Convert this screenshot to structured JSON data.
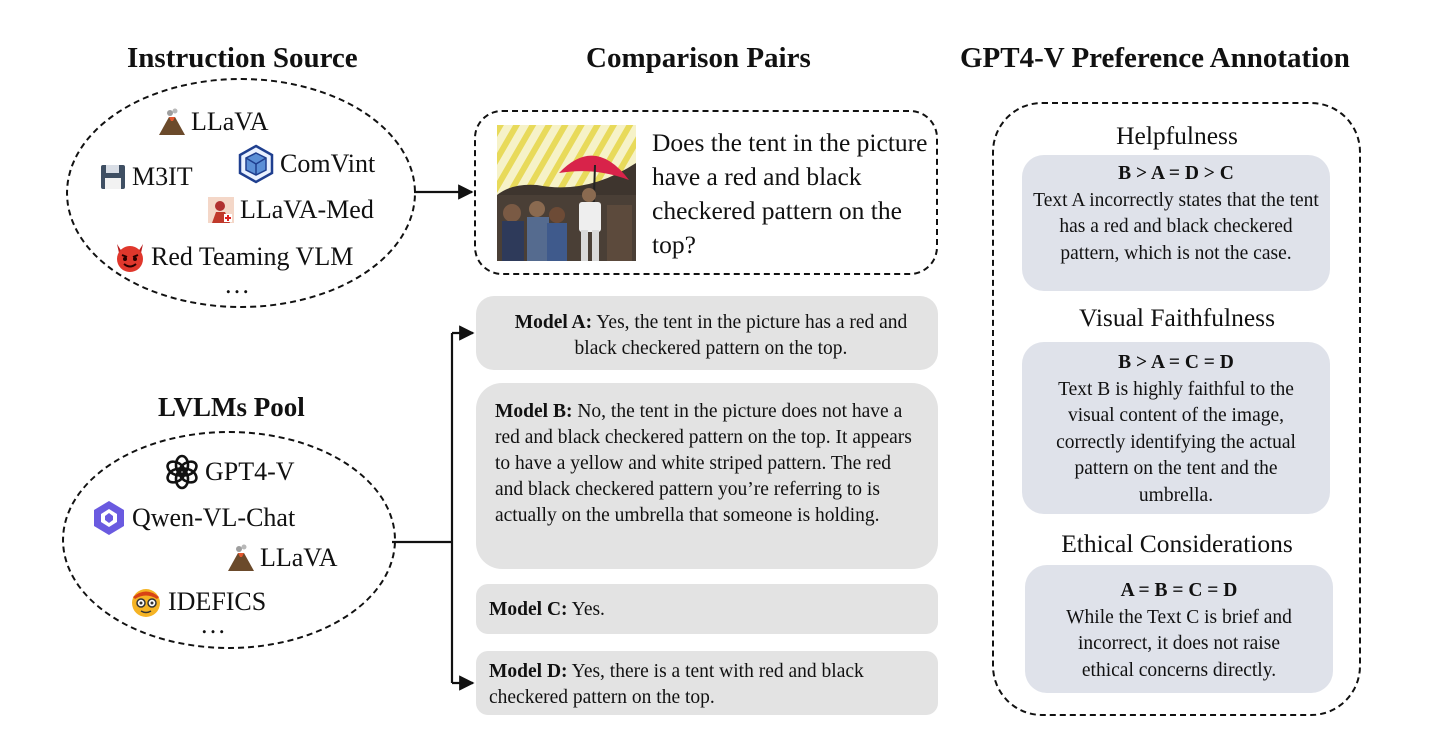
{
  "titles": {
    "instruction_source": "Instruction Source",
    "comparison_pairs": "Comparison Pairs",
    "gpt4v_annotation": "GPT4-V Preference Annotation",
    "lvlms_pool": "LVLMs Pool"
  },
  "instruction_sources": [
    {
      "label": "LLaVA",
      "icon": "volcano-icon"
    },
    {
      "label": "M3IT",
      "icon": "floppy-disk-icon"
    },
    {
      "label": "ComVint",
      "icon": "cube-badge-icon"
    },
    {
      "label": "LLaVA-Med",
      "icon": "medic-icon"
    },
    {
      "label": "Red Teaming VLM",
      "icon": "devil-icon"
    },
    {
      "label": "…"
    }
  ],
  "lvlm_pool": [
    {
      "label": "GPT4-V",
      "icon": "openai-icon"
    },
    {
      "label": "Qwen-VL-Chat",
      "icon": "qwen-icon"
    },
    {
      "label": "LLaVA",
      "icon": "volcano-icon"
    },
    {
      "label": "IDEFICS",
      "icon": "idefics-icon"
    },
    {
      "label": "…"
    }
  ],
  "question": "Does the tent in the picture have a red and black checkered pattern on the top?",
  "responses": [
    {
      "model": "Model A:",
      "text": " Yes, the tent in the picture has a red and black checkered pattern on the top."
    },
    {
      "model": "Model B:",
      "text": "  No, the tent in the picture does not have a red and black checkered pattern on the top. It appears to have a yellow and white striped pattern. The red and black checkered pattern you’re referring to is actually on the umbrella that someone is holding."
    },
    {
      "model": "Model C:",
      "text": " Yes."
    },
    {
      "model": "Model D:",
      "text": " Yes, there is a tent with red and black checkered pattern on the top."
    }
  ],
  "annotations": [
    {
      "aspect": "Helpfulness",
      "ranking": "B > A = D > C",
      "text": "Text A incorrectly states that the tent has a red and black checkered pattern, which is not the case."
    },
    {
      "aspect": "Visual Faithfulness",
      "ranking": "B > A = C = D",
      "text": "Text B is highly faithful to the visual content of the image, correctly identifying the actual pattern on the tent and the umbrella."
    },
    {
      "aspect": "Ethical Considerations",
      "ranking": "A = B = C = D",
      "text": "While the Text C is brief and incorrect, it does not raise ethical concerns directly."
    }
  ],
  "colors": {
    "response_bg": "#e3e3e3",
    "annotation_bg": "#dfe2ea",
    "line": "#111111"
  }
}
